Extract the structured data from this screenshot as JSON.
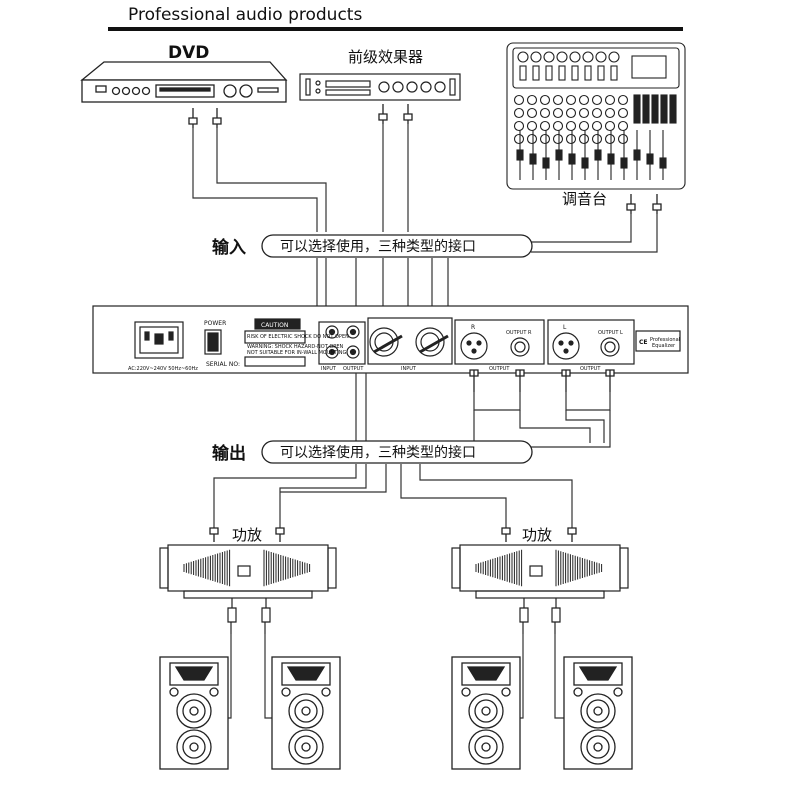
{
  "header": {
    "title": "Professional audio products"
  },
  "sources": {
    "dvd_label": "DVD",
    "preamp_label": "前级效果器",
    "mixer_label": "调音台"
  },
  "input_row": {
    "side_label": "输入",
    "caption": "可以选择使用，三种类型的接口"
  },
  "output_row": {
    "side_label": "输出",
    "caption": "可以选择使用，三种类型的接口"
  },
  "equalizer": {
    "power_label": "POWER",
    "caution_label": "CAUTION",
    "caution_sub": "RISK OF ELECTRIC SHOCK DO NOT OPEN",
    "warning_text": "WARNING: SHOCK HAZARD-NOT OPEN",
    "warning_text2": "NOT SUITABLE FOR IN-WALL MOUNTING",
    "ac_text": "AC:220V~240V  50Hz~60Hz",
    "serial_label": "SERIAL NO:",
    "input_label": "INPUT",
    "output_label": "OUTPUT",
    "input_label2": "INPUT",
    "output_label2": "OUTPUT",
    "output_label3": "OUTPUT",
    "r_label": "R",
    "l_label": "L",
    "output_r": "OUTPUT R",
    "output_l": "OUTPUT L",
    "ce_mark": "CE",
    "brand1": "Professional",
    "brand2": "Equalizer"
  },
  "amps": {
    "left_label": "功放",
    "right_label": "功放"
  }
}
